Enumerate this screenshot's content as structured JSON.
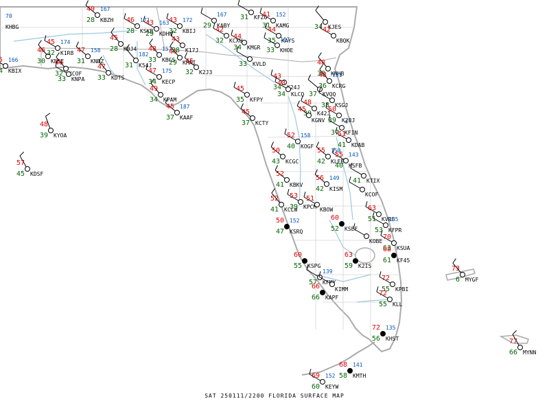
{
  "caption": "SAT 250111/2200  FLORIDA SURFACE MAP",
  "colors": {
    "coast": "#aaaaaa",
    "land_fill": "#ffffff",
    "river": "#9cc8e0",
    "county": "#d4d4d4",
    "temperature": "#e00000",
    "dewpoint": "#006400",
    "pressure": "#0055bb",
    "station_id": "#000000",
    "wind": "#000000"
  },
  "stations": [
    {
      "id": "KBIX",
      "t": "5",
      "d": "4",
      "p": "166",
      "sky": "clear"
    },
    {
      "id": "KHBG",
      "t": "",
      "d": "",
      "p": "70",
      "sky": "none"
    },
    {
      "id": "KNSE",
      "t": "46",
      "d": "30",
      "p": "",
      "sky": "clear"
    },
    {
      "id": "K1R8",
      "t": "45",
      "d": "32",
      "p": "174",
      "sky": "clear"
    },
    {
      "id": "KCOF",
      "t": "46",
      "d": "32",
      "p": "",
      "sky": "clear"
    },
    {
      "id": "KNPA",
      "t": "",
      "d": "33",
      "p": "",
      "sky": "clear"
    },
    {
      "id": "KNDZ",
      "t": "47",
      "d": "31",
      "p": "158",
      "sky": "clear"
    },
    {
      "id": "KBZH",
      "t": "49",
      "d": "28",
      "p": "167",
      "sky": "clear"
    },
    {
      "id": "KDTS",
      "t": "47",
      "d": "33",
      "p": "",
      "sky": "clear"
    },
    {
      "id": "KSKB",
      "t": "46",
      "d": "28",
      "p": "171",
      "sky": "clear"
    },
    {
      "id": "K0J4",
      "t": "45",
      "d": "28",
      "p": "",
      "sky": "clear"
    },
    {
      "id": "K54J",
      "t": "",
      "d": "31",
      "p": "182",
      "sky": "clear"
    },
    {
      "id": "KDHN",
      "t": "43",
      "d": "29",
      "p": "163",
      "sky": "clear"
    },
    {
      "id": "KBCS",
      "t": "48",
      "d": "33",
      "p": "157",
      "sky": "clear"
    },
    {
      "id": "KECP",
      "t": "47",
      "d": "34",
      "p": "175",
      "sky": "clear"
    },
    {
      "id": "KMAI",
      "t": "46",
      "d": "29",
      "p": "",
      "sky": "clear"
    },
    {
      "id": "K17J",
      "t": "43",
      "d": "28",
      "p": "",
      "sky": "clear"
    },
    {
      "id": "KBIJ",
      "t": "43",
      "d": "32",
      "p": "172",
      "sky": "clear"
    },
    {
      "id": "K2J3",
      "t": "45",
      "d": "32",
      "p": "",
      "sky": "clear"
    },
    {
      "id": "KPAM",
      "t": "49",
      "d": "34",
      "p": "",
      "sky": "clear"
    },
    {
      "id": "KAAF",
      "t": "45",
      "d": "37",
      "p": "187",
      "sky": "clear"
    },
    {
      "id": "KABY",
      "t": "",
      "d": "29",
      "p": "167",
      "sky": "clear"
    },
    {
      "id": "KCXU",
      "t": "42",
      "d": "32",
      "p": "",
      "sky": "clear"
    },
    {
      "id": "KMGR",
      "t": "44",
      "d": "34",
      "p": "",
      "sky": "clear"
    },
    {
      "id": "KFZG",
      "t": "",
      "d": "31",
      "p": "",
      "sky": "clear"
    },
    {
      "id": "KAMG",
      "t": "41",
      "d": "31",
      "p": "152",
      "sky": "clear"
    },
    {
      "id": "KAYS",
      "t": "44",
      "d": "35",
      "p": "",
      "sky": "clear"
    },
    {
      "id": "KHOE",
      "t": "",
      "d": "33",
      "p": "163",
      "sky": "clear"
    },
    {
      "id": "KVLD",
      "t": "",
      "d": "33",
      "p": "",
      "sky": "clear"
    },
    {
      "id": "KJES",
      "t": "",
      "d": "34",
      "p": "",
      "sky": "clear"
    },
    {
      "id": "KBQK",
      "t": "42",
      "d": "",
      "p": "",
      "sky": "clear"
    },
    {
      "id": "KNHB",
      "t": "48",
      "d": "38",
      "p": "",
      "sky": "clear"
    },
    {
      "id": "K24J",
      "t": "43",
      "d": "34",
      "p": "",
      "sky": "clear"
    },
    {
      "id": "KLCQ",
      "t": "43",
      "d": "34",
      "p": "",
      "sky": "clear"
    },
    {
      "id": "KCRG",
      "t": "48",
      "d": "36",
      "p": "151",
      "sky": "clear"
    },
    {
      "id": "KVQQ",
      "t": "",
      "d": "37",
      "p": "",
      "sky": "clear"
    },
    {
      "id": "KSGJ",
      "t": "",
      "d": "38",
      "p": "",
      "sky": "clear"
    },
    {
      "id": "KFPY",
      "t": "45",
      "d": "35",
      "p": "",
      "sky": "clear"
    },
    {
      "id": "KCTY",
      "t": "45",
      "d": "37",
      "p": "",
      "sky": "clear"
    },
    {
      "id": "K42J",
      "t": "48",
      "d": "39",
      "p": "",
      "sky": "clear"
    },
    {
      "id": "KGNV",
      "t": "45",
      "d": "",
      "p": "",
      "sky": "clear"
    },
    {
      "id": "K28J",
      "t": "50",
      "d": "39",
      "p": "",
      "sky": "clear"
    },
    {
      "id": "KFIN",
      "t": "",
      "d": "37",
      "p": "4",
      "sky": "clear"
    },
    {
      "id": "KDAB",
      "t": "51",
      "d": "41",
      "p": "",
      "sky": "clear"
    },
    {
      "id": "KOGF",
      "t": "52",
      "d": "40",
      "p": "158",
      "sky": "clear"
    },
    {
      "id": "KLEE",
      "t": "55",
      "d": "42",
      "p": "150",
      "sky": "clear"
    },
    {
      "id": "KSFB",
      "t": "55",
      "d": "40",
      "p": "143",
      "sky": "clear"
    },
    {
      "id": "KCGC",
      "t": "50",
      "d": "43",
      "p": "",
      "sky": "clear"
    },
    {
      "id": "KTIX",
      "t": "",
      "d": "41",
      "p": "",
      "sky": "clear"
    },
    {
      "id": "KCOF",
      "t": "",
      "d": "",
      "p": "",
      "sky": "clear"
    },
    {
      "id": "KBKV",
      "t": "52",
      "d": "41",
      "p": "",
      "sky": "clear"
    },
    {
      "id": "KISM",
      "t": "56",
      "d": "42",
      "p": "149",
      "sky": "clear"
    },
    {
      "id": "KCLW",
      "t": "52",
      "d": "41",
      "p": "",
      "sky": "clear"
    },
    {
      "id": "KPCM",
      "t": "53",
      "d": "39",
      "p": "",
      "sky": "clear"
    },
    {
      "id": "KBOW",
      "t": "51",
      "d": "",
      "p": "",
      "sky": "clear"
    },
    {
      "id": "KSEF",
      "t": "60",
      "d": "52",
      "p": "",
      "sky": "overcast"
    },
    {
      "id": "KSRQ",
      "t": "50",
      "d": "47",
      "p": "152",
      "sky": "overcast"
    },
    {
      "id": "KVRB",
      "t": "63",
      "d": "51",
      "p": "",
      "sky": "clear"
    },
    {
      "id": "KFPR",
      "t": "",
      "d": "53",
      "p": "135",
      "sky": "clear"
    },
    {
      "id": "KOBE",
      "t": "",
      "d": "",
      "p": "",
      "sky": "clear"
    },
    {
      "id": "KSUA",
      "t": "70",
      "d": "63",
      "p": "",
      "sky": "clear"
    },
    {
      "id": "KF45",
      "t": "68",
      "d": "61",
      "p": "",
      "sky": "overcast"
    },
    {
      "id": "K2IS",
      "t": "63",
      "d": "59",
      "p": "",
      "sky": "overcast"
    },
    {
      "id": "KSPG",
      "t": "60",
      "d": "55",
      "p": "",
      "sky": "overcast"
    },
    {
      "id": "KFMY",
      "t": "",
      "d": "57",
      "p": "139",
      "sky": "clear"
    },
    {
      "id": "KIMM",
      "t": "",
      "d": "",
      "p": "",
      "sky": "clear"
    },
    {
      "id": "KPBI",
      "t": "72",
      "d": "55",
      "p": "",
      "sky": "clear"
    },
    {
      "id": "KLL",
      "t": "72",
      "d": "55",
      "p": "",
      "sky": "clear"
    },
    {
      "id": "KAPF",
      "t": "66",
      "d": "66",
      "p": "",
      "sky": "overcast"
    },
    {
      "id": "KHST",
      "t": "72",
      "d": "56",
      "p": "135",
      "sky": "overcast"
    },
    {
      "id": "KMTH",
      "t": "68",
      "d": "58",
      "p": "141",
      "sky": "overcast"
    },
    {
      "id": "KEYW",
      "t": "69",
      "d": "60",
      "p": "152",
      "sky": "clear"
    },
    {
      "id": "KYOA",
      "t": "48",
      "d": "39",
      "p": "",
      "sky": "clear"
    },
    {
      "id": "KDSF",
      "t": "57",
      "d": "45",
      "p": "",
      "sky": "clear"
    },
    {
      "id": "MYGF",
      "t": "73",
      "d": "6",
      "p": "",
      "sky": "clear"
    },
    {
      "id": "MYNN",
      "t": "77",
      "d": "66",
      "p": "",
      "sky": "clear"
    }
  ]
}
